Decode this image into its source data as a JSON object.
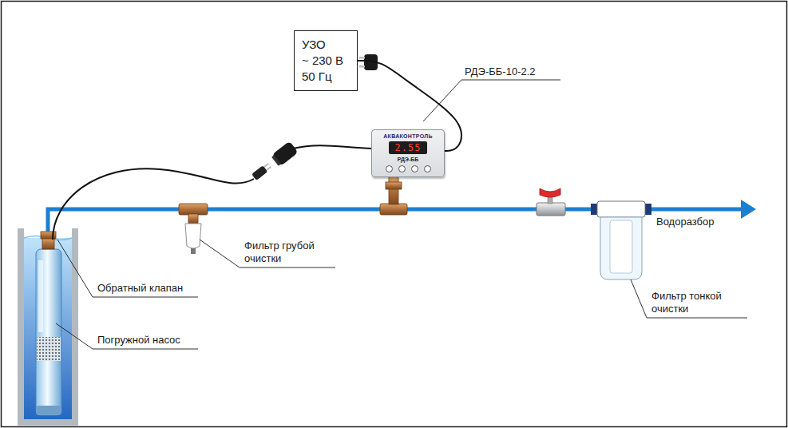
{
  "diagram": {
    "nodes": [
      {
        "text": [
          "УЗО",
          "~ 230 В",
          "50 Гц"
        ]
      },
      {
        "text": [
          "АКВАКОНТРОЛЬ",
          "2.55",
          "РДЭ-ББ"
        ]
      }
    ],
    "edges": [
      {
        "from": 0,
        "to": 1,
        "arrow": "none"
      }
    ],
    "labels": [
      "РДЭ-ББ-10-2.2",
      "Фильтр грубой очистки",
      "Обратный клапан",
      "Погружной насос",
      "Водоразбор",
      "Фильтр тонкой очистки"
    ]
  }
}
